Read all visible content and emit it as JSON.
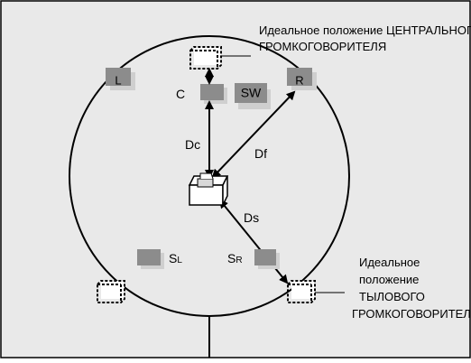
{
  "labels": {
    "center_ideal_line1": "Идеальное положение ЦЕНТРАЛЬНОГО",
    "center_ideal_line2": "ГРОМКОГОВОРИТЕЛЯ",
    "rear_ideal_line1": "Идеальное",
    "rear_ideal_line2": "положение",
    "rear_ideal_line3": "ТЫЛОВОГО",
    "rear_ideal_line4": "ГРОМКОГОВОРИТЕЛЯ"
  },
  "speakers": {
    "left": "L",
    "right": "R",
    "center": "C",
    "subwoofer": "SW",
    "surround_left_main": "S",
    "surround_left_sub": "L",
    "surround_right_main": "S",
    "surround_right_sub": "R"
  },
  "distances": {
    "center": "Dc",
    "front": "Df",
    "surround": "Ds"
  },
  "colors": {
    "background": "#e9e9e9",
    "speaker_fill": "#8c8c8c",
    "speaker_shadow": "#cfcfcf",
    "line": "#000000"
  }
}
